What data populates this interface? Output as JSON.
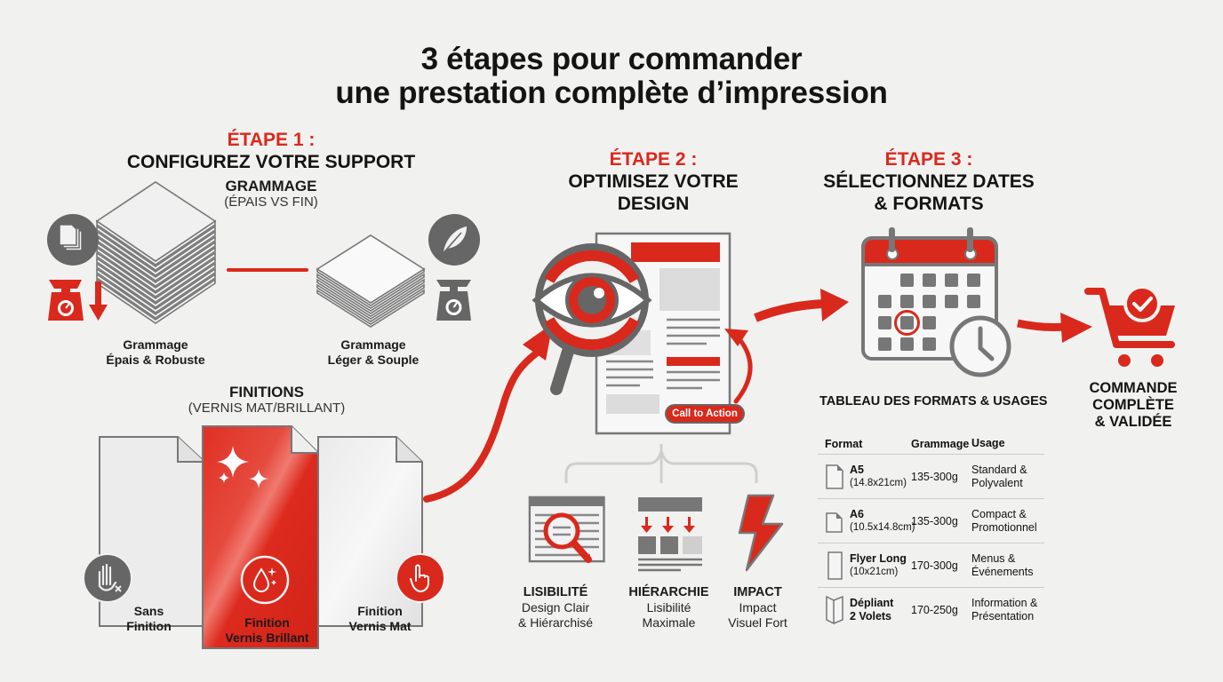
{
  "title": {
    "line1": "3 étapes pour commander",
    "line2": "une prestation complète d’impression"
  },
  "colors": {
    "accent": "#d9291c",
    "gray": "#666666",
    "background": "#f1f1f0"
  },
  "step1": {
    "label": "ÉTAPE 1 :",
    "heading": "CONFIGUREZ VOTRE SUPPORT",
    "grammage": {
      "title": "GRAMMAGE",
      "subtitle": "(ÉPAIS VS FIN)",
      "items": [
        {
          "line1": "Grammage",
          "line2": "Épais & Robuste",
          "icons": [
            "documents-icon",
            "weight-scale-down-icon"
          ]
        },
        {
          "line1": "Grammage",
          "line2": "Léger & Souple",
          "icons": [
            "feather-icon",
            "weight-scale-icon"
          ]
        }
      ]
    },
    "finitions": {
      "title": "FINITIONS",
      "subtitle": "(VERNIS MAT/BRILLANT)",
      "items": [
        {
          "line1": "Sans",
          "line2": "Finition",
          "icon": "hand-no-icon"
        },
        {
          "line1": "Finition",
          "line2": "Vernis Brillant",
          "icon": "drop-sparkle-icon"
        },
        {
          "line1": "Finition",
          "line2": "Vernis Mat",
          "icon": "touch-hand-icon"
        }
      ]
    }
  },
  "step2": {
    "label": "ÉTAPE 2 :",
    "heading1": "OPTIMISEZ VOTRE",
    "heading2": "DESIGN",
    "cta": "Call to Action",
    "benefits": [
      {
        "title": "LISIBILITÉ",
        "line1": "Design Clair",
        "line2": "& Hiérarchisé",
        "icon": "document-magnifier-icon"
      },
      {
        "title": "HIÉRARCHIE",
        "line1": "Lisibilité",
        "line2": "Maximale",
        "icon": "hierarchy-icon"
      },
      {
        "title": "IMPACT",
        "line1": "Impact",
        "line2": "Visuel Fort",
        "icon": "lightning-icon"
      }
    ]
  },
  "step3": {
    "label": "ÉTAPE 3 :",
    "heading1": "SÉLECTIONNEZ DATES",
    "heading2": "& FORMATS",
    "table_title": "TABLEAU DES FORMATS & USAGES",
    "table": {
      "headers": [
        "Format",
        "Grammage",
        "Usage"
      ],
      "rows": [
        {
          "name": "A5",
          "size": "(14.8x21cm)",
          "grammage": "135-300g",
          "usage1": "Standard &",
          "usage2": "Polyvalent"
        },
        {
          "name": "A6",
          "size": "(10.5x14.8cm)",
          "grammage": "135-300g",
          "usage1": "Compact &",
          "usage2": "Promotionnel"
        },
        {
          "name": "Flyer Long",
          "size": "(10x21cm)",
          "grammage": "170-300g",
          "usage1": "Menus &",
          "usage2": "Événements"
        },
        {
          "name": "Dépliant",
          "size": "2 Volets",
          "grammage": "170-250g",
          "usage1": "Information &",
          "usage2": "Présentation"
        }
      ]
    }
  },
  "final": {
    "line1": "COMMANDE",
    "line2": "COMPLÈTE",
    "line3": "& VALIDÉE",
    "icon": "cart-check-icon"
  }
}
